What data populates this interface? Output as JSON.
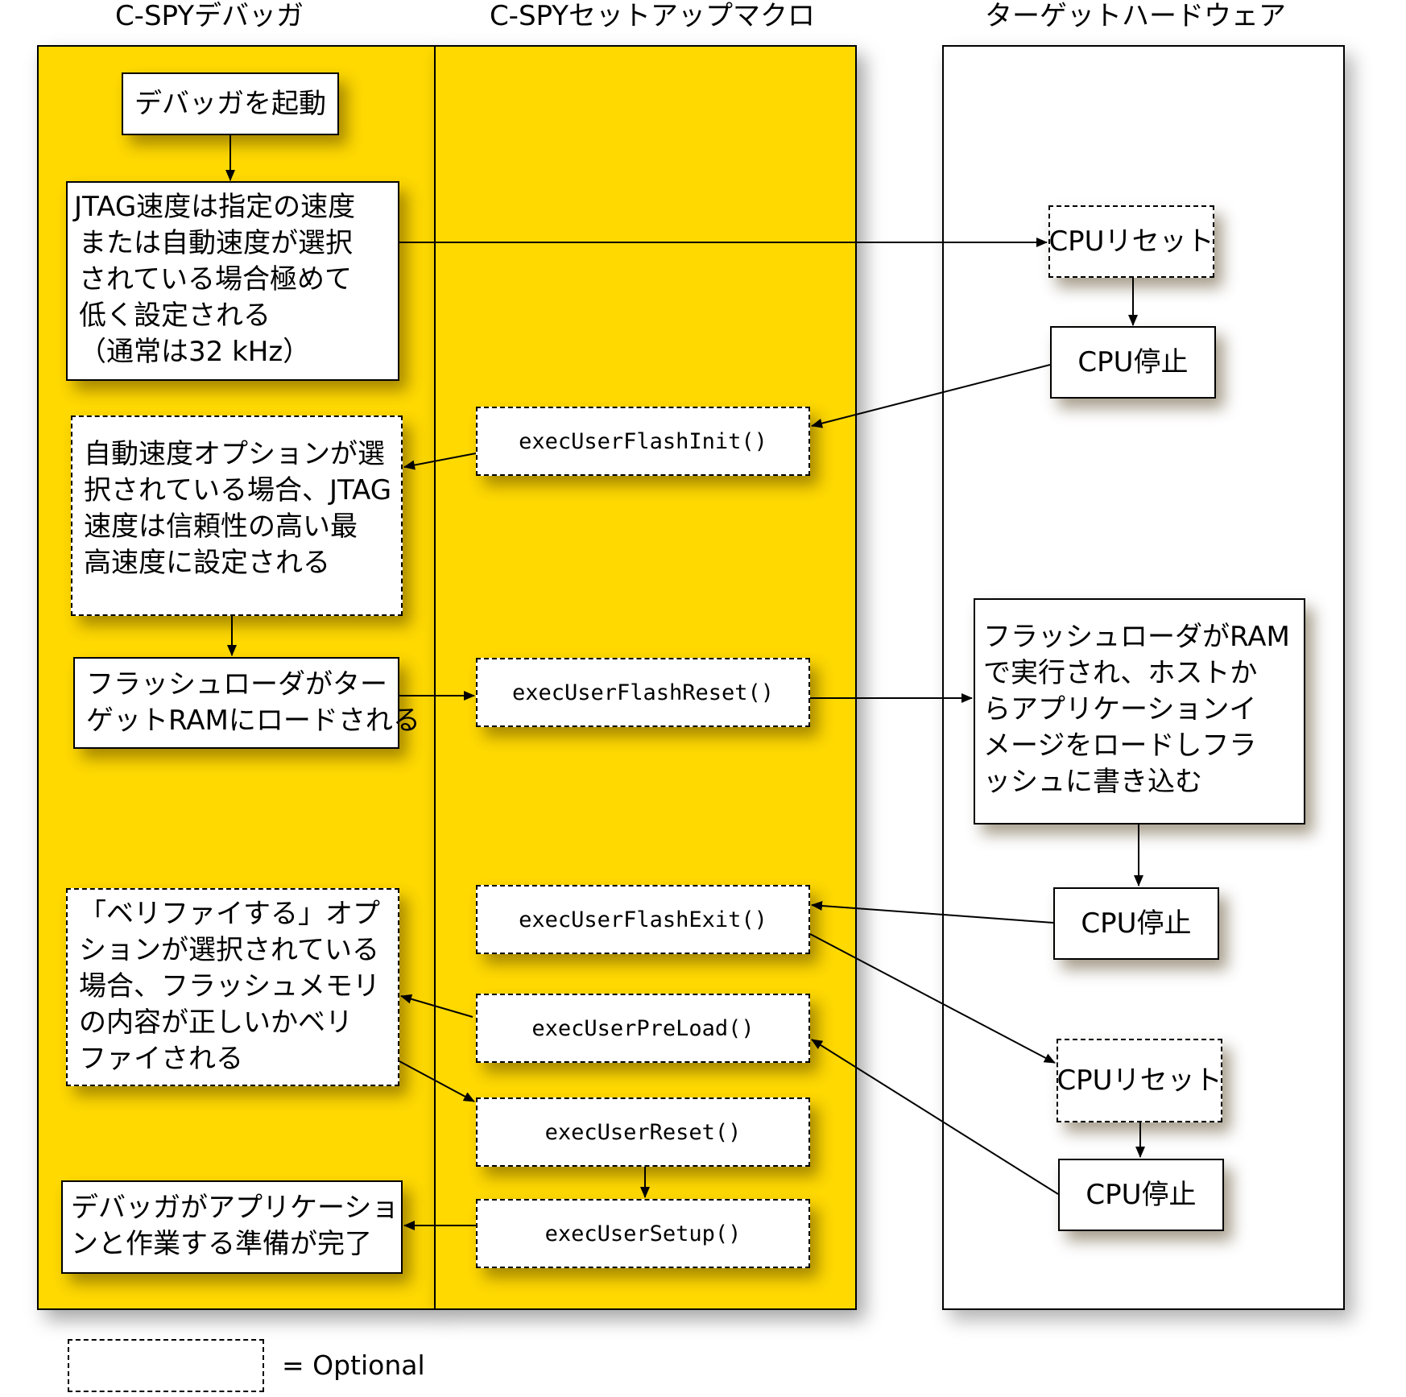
{
  "columns": {
    "debugger": "C-SPYデバッガ",
    "macros": "C-SPYセットアップマクロ",
    "hardware": "ターゲットハードウェア"
  },
  "debugger_steps": {
    "start": "デバッガを起動",
    "jtag_slow": [
      "JTAG速度は指定の速度",
      "または自動速度が選択",
      "されている場合極めて",
      "低く設定される",
      "（通常は32 kHz）"
    ],
    "jtag_auto": [
      "自動速度オプションが選",
      "択されている場合、JTAG",
      "速度は信頼性の高い最",
      "高速度に設定される"
    ],
    "flashloader": [
      "フラッシュローダがター",
      "ゲットRAMにロードされる"
    ],
    "verify": [
      "「ベリファイする」オプ",
      "ションが選択されている",
      "場合、フラッシュメモリ",
      "の内容が正しいかベリ",
      "ファイされる"
    ],
    "ready": [
      "デバッガがアプリケーショ",
      "ンと作業する準備が完了"
    ]
  },
  "macros": {
    "flash_init": "execUserFlashInit()",
    "flash_reset": "execUserFlashReset()",
    "flash_exit": "execUserFlashExit()",
    "preload": "execUserPreLoad()",
    "reset": "execUserReset()",
    "setup": "execUserSetup()"
  },
  "hardware": {
    "cpu_reset_1": "CPUリセット",
    "cpu_stop_1": "CPU停止",
    "flashloader_run": [
      "フラッシュローダがRAM",
      "で実行され、ホストか",
      "らアプリケーションイ",
      "メージをロードしフラ",
      "ッシュに書き込む"
    ],
    "cpu_stop_2": "CPU停止",
    "cpu_reset_2": "CPUリセット",
    "cpu_stop_3": "CPU停止"
  },
  "legend": {
    "label": "= Optional"
  }
}
